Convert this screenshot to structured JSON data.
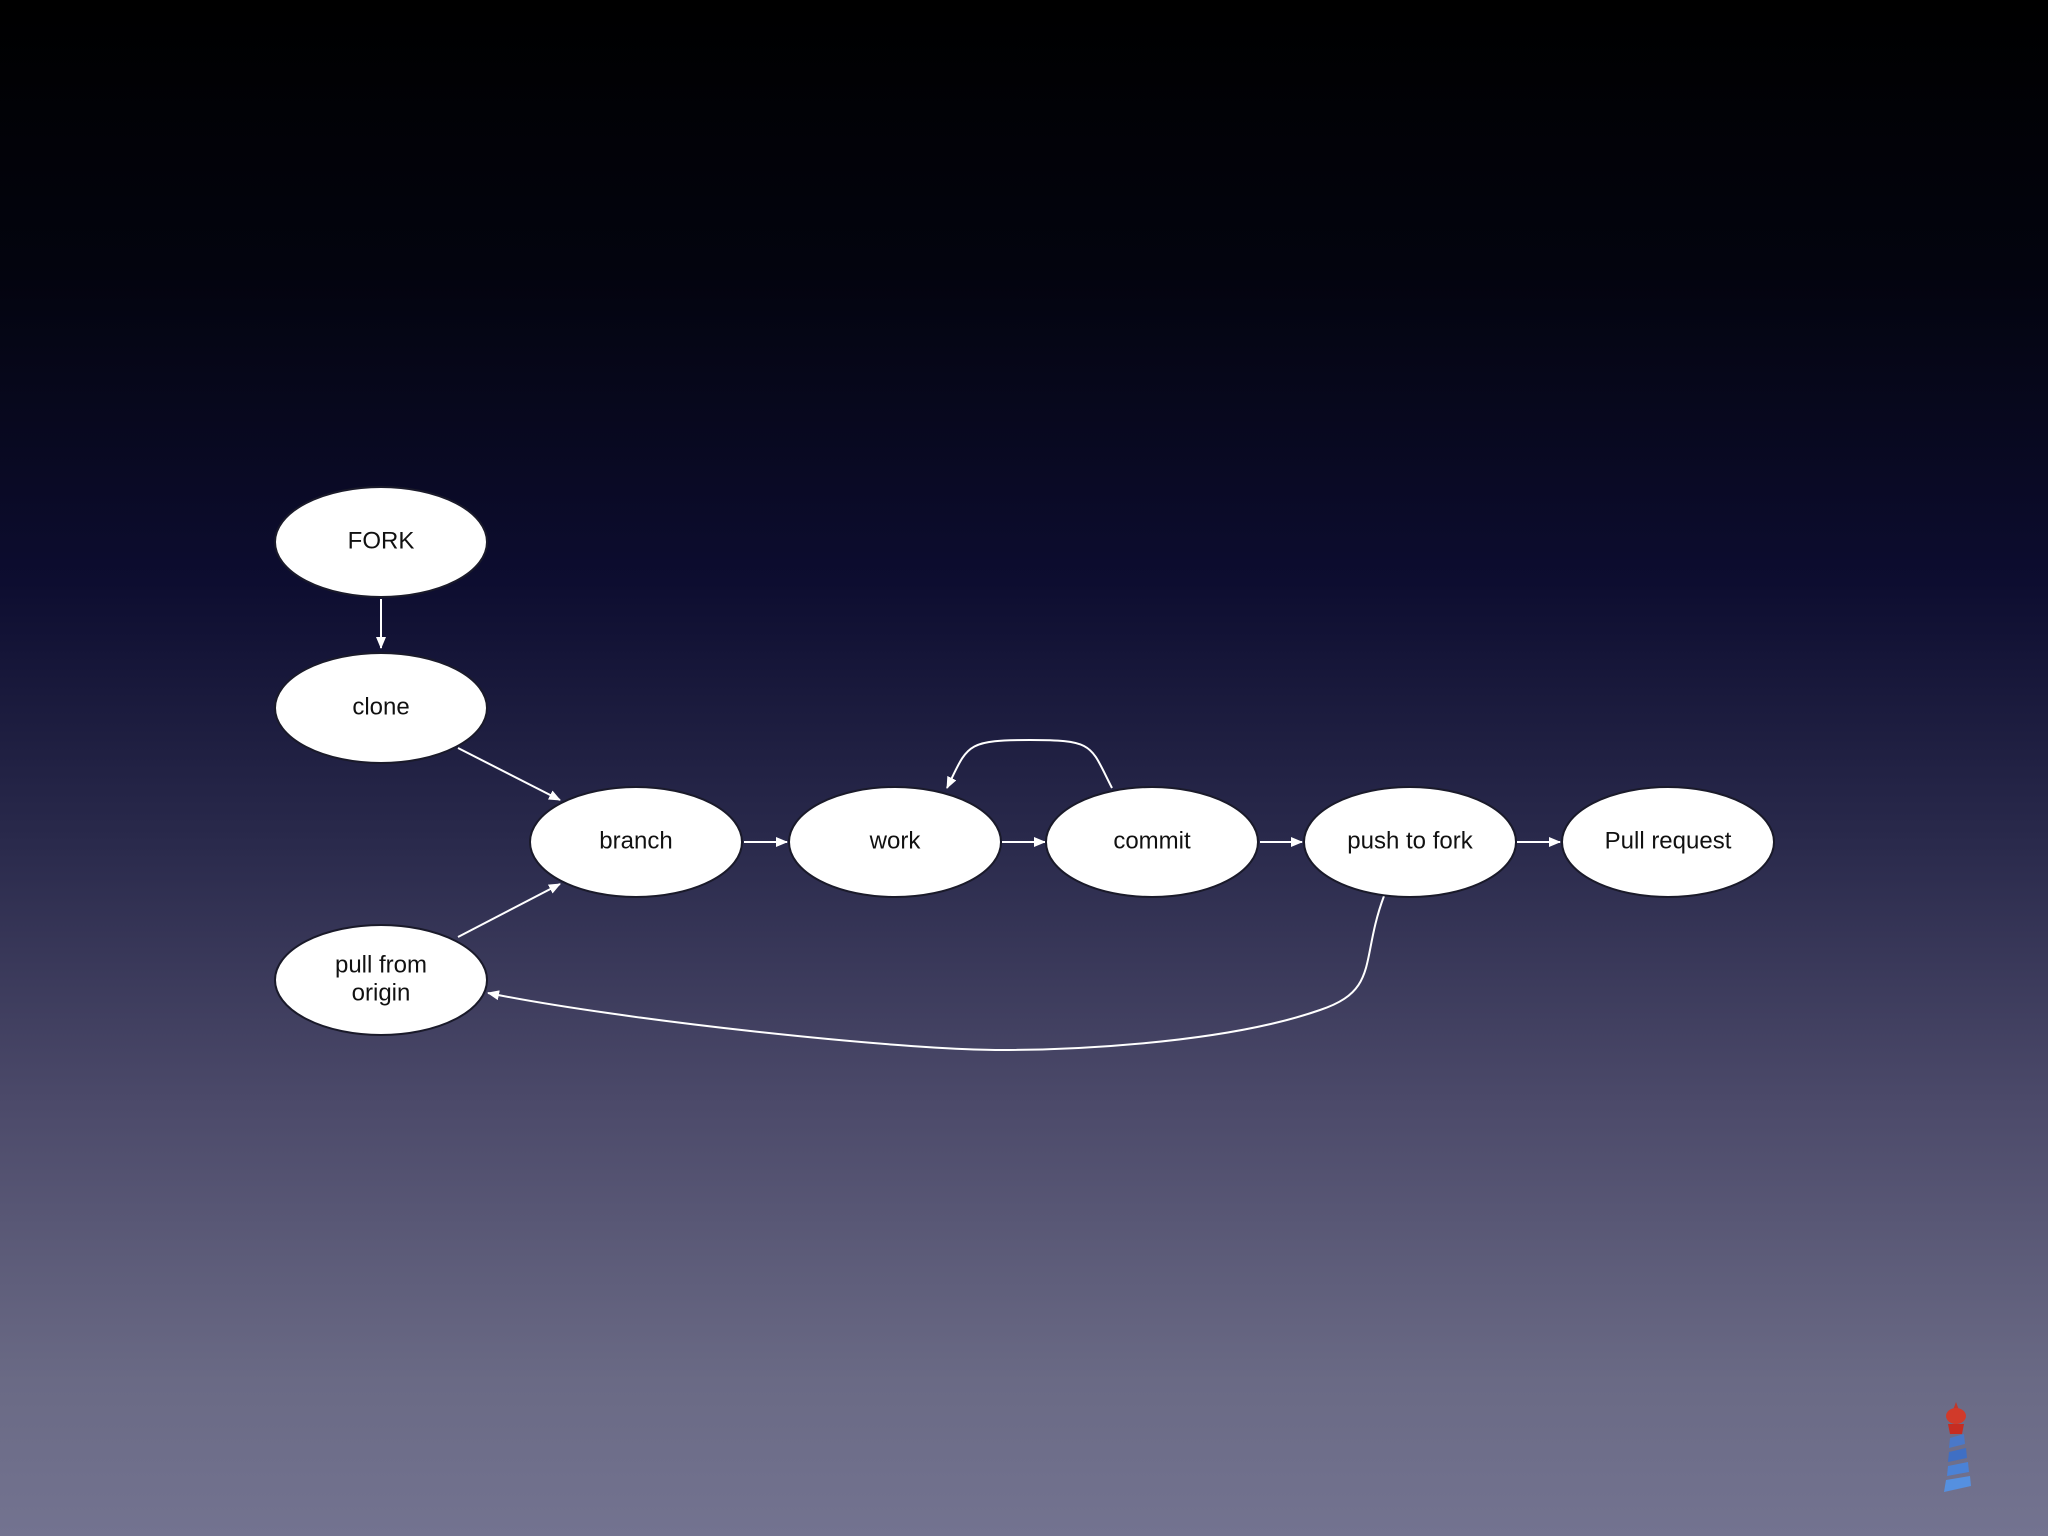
{
  "diagram": {
    "nodes": {
      "fork": {
        "label": "FORK"
      },
      "clone": {
        "label": "clone"
      },
      "branch": {
        "label": "branch"
      },
      "pull": {
        "label_line1": "pull from",
        "label_line2": "origin"
      },
      "work": {
        "label": "work"
      },
      "commit": {
        "label": "commit"
      },
      "push": {
        "label": "push to fork"
      },
      "pr": {
        "label": "Pull request"
      }
    },
    "edges": [
      {
        "from": "FORK",
        "to": "clone"
      },
      {
        "from": "clone",
        "to": "branch"
      },
      {
        "from": "pull from origin",
        "to": "branch"
      },
      {
        "from": "branch",
        "to": "work"
      },
      {
        "from": "work",
        "to": "commit"
      },
      {
        "from": "commit",
        "to": "work"
      },
      {
        "from": "commit",
        "to": "push to fork"
      },
      {
        "from": "push to fork",
        "to": "Pull request"
      },
      {
        "from": "push to fork",
        "to": "pull from origin"
      }
    ]
  },
  "logo": {
    "icon": "lighthouse-icon"
  }
}
